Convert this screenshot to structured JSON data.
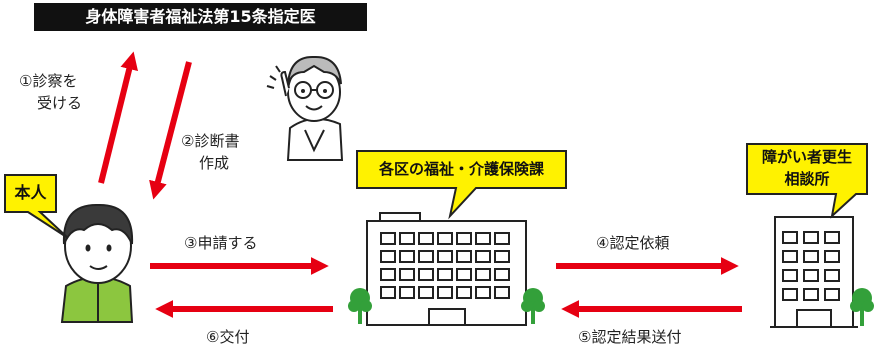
{
  "doctor": {
    "title": "身体障害者福祉法第15条指定医"
  },
  "steps": {
    "step1": [
      "①診察を",
      "受ける"
    ],
    "step2": [
      "②診断書",
      "作成"
    ],
    "step3": "③申請する",
    "step4": "④認定依頼",
    "step5": "⑤認定結果送付",
    "step6": "⑥交付"
  },
  "callouts": {
    "person": "本人",
    "ward_office": "各区の福祉・介護保険課",
    "rehab_center": [
      "障がい者更生",
      "相談所"
    ]
  },
  "colors": {
    "arrow": "#e60012",
    "callout_fill": "#fff200",
    "title_bg": "#111111",
    "shirt": "#8cc63f",
    "tree": "#33a03a"
  }
}
